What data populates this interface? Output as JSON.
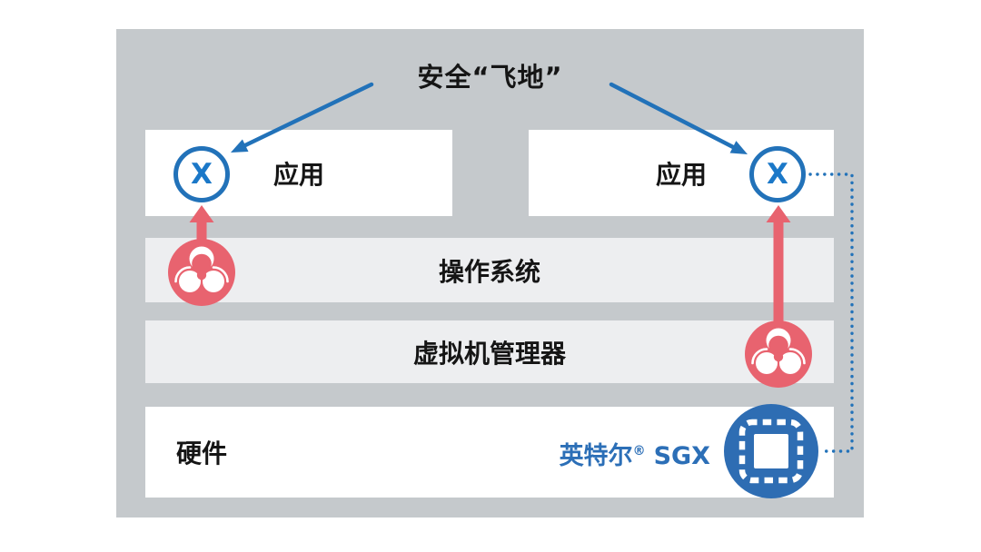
{
  "title": "安全“飞地”",
  "layers": {
    "app_left": {
      "label": "应用"
    },
    "app_right": {
      "label": "应用"
    },
    "os": {
      "label": "操作系统"
    },
    "hypervisor": {
      "label": "虚拟机管理器"
    },
    "hardware": {
      "label": "硬件"
    }
  },
  "enclave": {
    "left_marker": "X",
    "right_marker": "X"
  },
  "sgx": {
    "brand": "英特尔",
    "reg": "®",
    "product": "SGX"
  },
  "icons": {
    "malware_left": "biohazard-malware-icon",
    "malware_right": "biohazard-malware-icon",
    "chip": "intel-sgx-chip-icon"
  },
  "colors": {
    "container_gray": "#c5c9cc",
    "layer_light_gray": "#edeef0",
    "layer_white": "#ffffff",
    "accent_blue": "#2272b9",
    "enclave_x_blue": "#1b78c8",
    "sgx_text_blue": "#2c6fb7",
    "chip_circle_blue": "#2e6db3",
    "malware_red": "#e8636f",
    "text_black": "#151515"
  }
}
